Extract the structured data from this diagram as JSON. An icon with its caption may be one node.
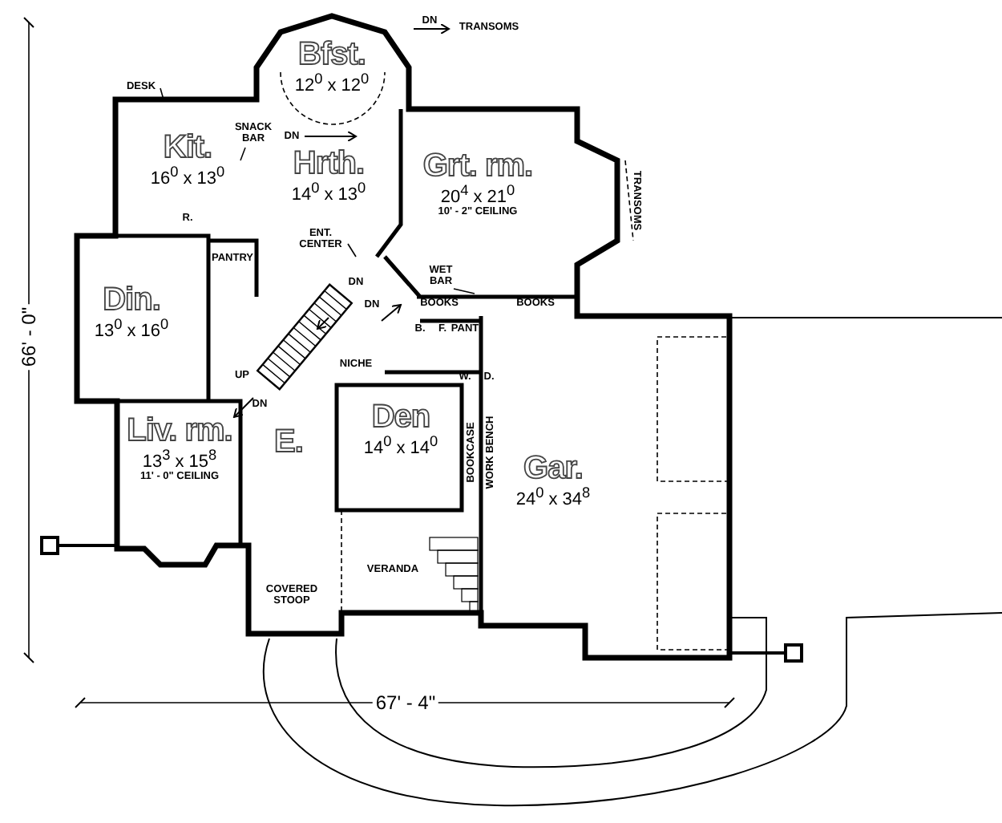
{
  "diagram": {
    "nodes": [
      {
        "text": [
          "Bfst.",
          "12$^{0}$ x 12$^{0}$"
        ]
      },
      {
        "text": [
          "Kit.",
          "16$^{0}$ x 13$^{0}$"
        ]
      },
      {
        "text": [
          "Hrth.",
          "14$^{0}$ x 13$^{0}$"
        ]
      },
      {
        "text": [
          "Grt. rm.",
          "20$^{4}$ x 21$^{0}$",
          "10' - 2\" CEILING"
        ]
      },
      {
        "text": [
          "PANTRY"
        ]
      },
      {
        "text": [
          "Din.",
          "13$^{0}$ x 16$^{0}$"
        ]
      },
      {
        "text": [
          "Liv. rm.",
          "13$^{3}$ x 15$^{8}$",
          "11' - 0\" CEILING"
        ]
      },
      {
        "text": [
          "E."
        ]
      },
      {
        "text": [
          "Den",
          "14$^{0}$ x 14$^{0}$"
        ]
      },
      {
        "text": [
          "Gar.",
          "24$^{0}$ x 34$^{8}$"
        ]
      },
      {
        "text": [
          "VERANDA"
        ]
      },
      {
        "text": [
          "COVERED STOOP"
        ]
      },
      {
        "text": [
          "DESK"
        ]
      },
      {
        "text": [
          "SNACK BAR"
        ]
      },
      {
        "text": [
          "ENT. CENTER"
        ]
      },
      {
        "text": [
          "WET BAR"
        ]
      }
    ],
    "edges": [
      {
        "from": 12,
        "to": null,
        "arrow": "none"
      },
      {
        "from": 13,
        "to": null,
        "arrow": "none"
      },
      {
        "from": 14,
        "to": null,
        "arrow": "none"
      },
      {
        "from": 15,
        "to": null,
        "arrow": "none"
      }
    ],
    "labels": [
      "DN",
      "TRANSOMS",
      "DN",
      "TRANSOMS",
      "R.",
      "DN",
      "DN",
      "BOOKS",
      "BOOKS",
      "B.",
      "F.",
      "PANT",
      "NICHE",
      "UP",
      "W.",
      "D.",
      "DN",
      "BOOKCASE",
      "WORK BENCH",
      "66' - 0\"",
      "67' - 4\""
    ]
  }
}
